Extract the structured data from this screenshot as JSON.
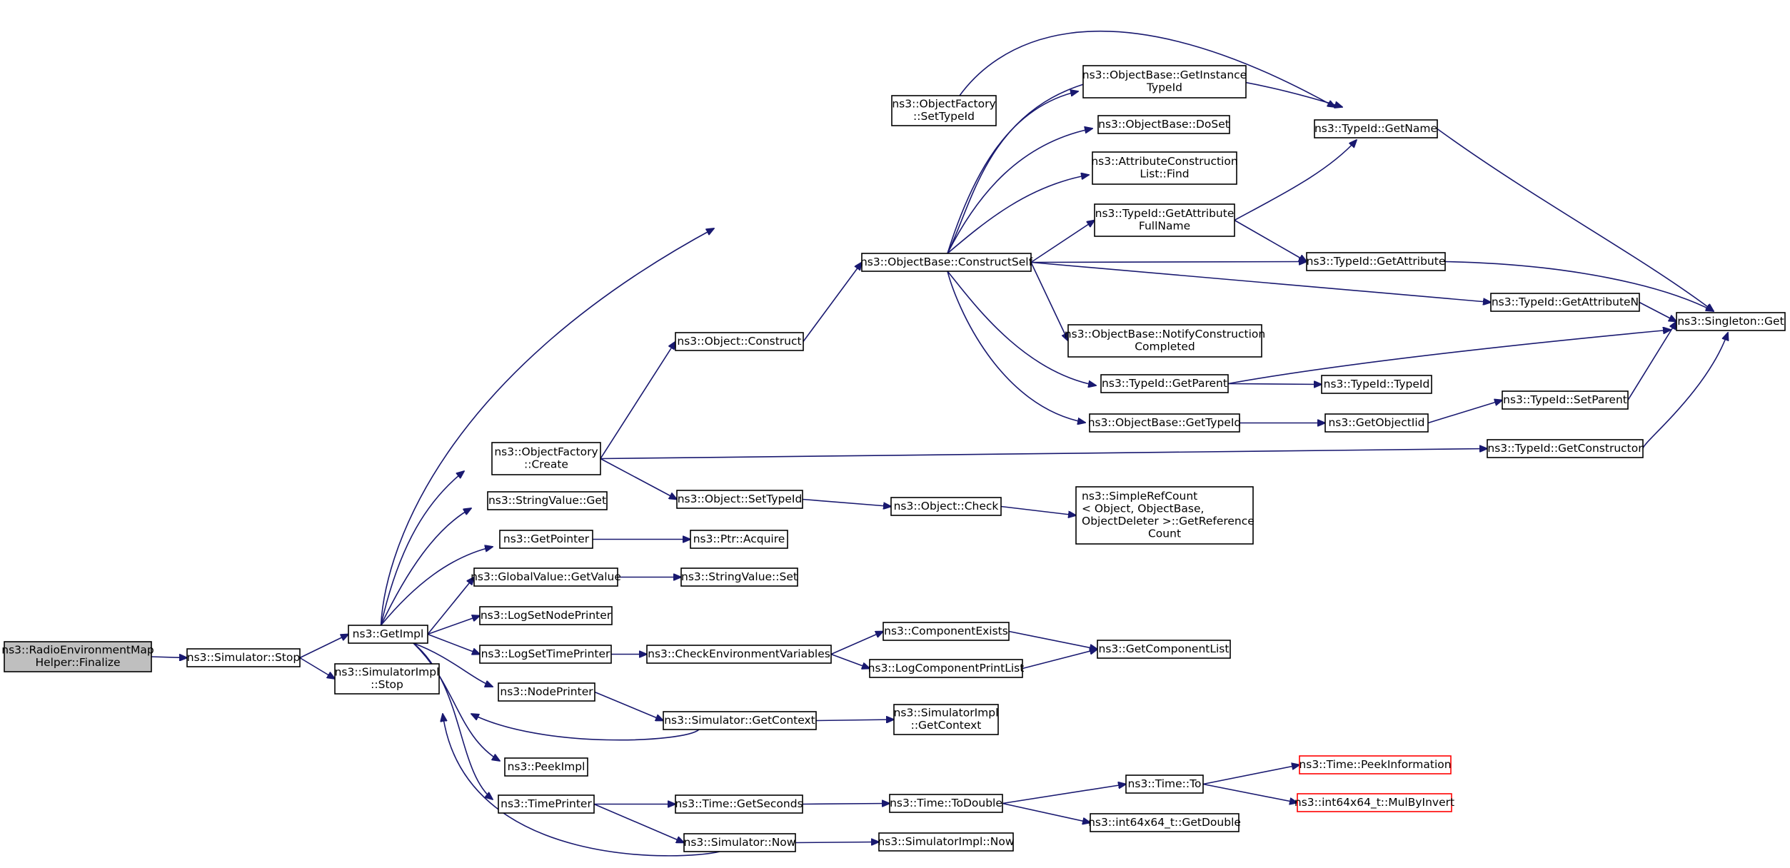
{
  "nodes": [
    {
      "id": "radio_finalize",
      "lines": [
        "ns3::RadioEnvironmentMap",
        "Helper::Finalize"
      ],
      "style": "root"
    },
    {
      "id": "sim_stop",
      "lines": [
        "ns3::Simulator::Stop"
      ]
    },
    {
      "id": "getimpl",
      "lines": [
        "ns3::GetImpl"
      ]
    },
    {
      "id": "simimpl_stop",
      "lines": [
        "ns3::SimulatorImpl",
        "::Stop"
      ]
    },
    {
      "id": "of_settypeid",
      "lines": [
        "ns3::ObjectFactory",
        "::SetTypeId"
      ]
    },
    {
      "id": "of_create",
      "lines": [
        "ns3::ObjectFactory",
        "::Create"
      ]
    },
    {
      "id": "stringvalue_get",
      "lines": [
        "ns3::StringValue::Get"
      ]
    },
    {
      "id": "getpointer",
      "lines": [
        "ns3::GetPointer"
      ]
    },
    {
      "id": "gv_getvalue",
      "lines": [
        "ns3::GlobalValue::GetValue"
      ]
    },
    {
      "id": "logsetnodeprinter",
      "lines": [
        "ns3::LogSetNodePrinter"
      ]
    },
    {
      "id": "logsettimeprinter",
      "lines": [
        "ns3::LogSetTimePrinter"
      ]
    },
    {
      "id": "nodeprinter",
      "lines": [
        "ns3::NodePrinter"
      ]
    },
    {
      "id": "peekimpl",
      "lines": [
        "ns3::PeekImpl"
      ]
    },
    {
      "id": "timeprinter",
      "lines": [
        "ns3::TimePrinter"
      ]
    },
    {
      "id": "obj_construct",
      "lines": [
        "ns3::Object::Construct"
      ]
    },
    {
      "id": "obj_settypeid",
      "lines": [
        "ns3::Object::SetTypeId"
      ]
    },
    {
      "id": "ptr_acquire",
      "lines": [
        "ns3::Ptr::Acquire"
      ]
    },
    {
      "id": "stringvalue_set",
      "lines": [
        "ns3::StringValue::Set"
      ]
    },
    {
      "id": "checkenv",
      "lines": [
        "ns3::CheckEnvironmentVariables"
      ]
    },
    {
      "id": "sim_getcontext",
      "lines": [
        "ns3::Simulator::GetContext"
      ]
    },
    {
      "id": "time_getseconds",
      "lines": [
        "ns3::Time::GetSeconds"
      ]
    },
    {
      "id": "sim_now",
      "lines": [
        "ns3::Simulator::Now"
      ]
    },
    {
      "id": "ob_constructself",
      "lines": [
        "ns3::ObjectBase::ConstructSelf"
      ]
    },
    {
      "id": "obj_check",
      "lines": [
        "ns3::Object::Check"
      ]
    },
    {
      "id": "componentexists",
      "lines": [
        "ns3::ComponentExists"
      ]
    },
    {
      "id": "logcomponentprintlist",
      "lines": [
        "ns3::LogComponentPrintList"
      ]
    },
    {
      "id": "simimpl_getcontext",
      "lines": [
        "ns3::SimulatorImpl",
        "::GetContext"
      ]
    },
    {
      "id": "time_todouble",
      "lines": [
        "ns3::Time::ToDouble"
      ]
    },
    {
      "id": "simimpl_now",
      "lines": [
        "ns3::SimulatorImpl::Now"
      ]
    },
    {
      "id": "ob_getinstancetypeid",
      "lines": [
        "ns3::ObjectBase::GetInstance",
        "TypeId"
      ]
    },
    {
      "id": "ob_doset",
      "lines": [
        "ns3::ObjectBase::DoSet"
      ]
    },
    {
      "id": "acl_find",
      "lines": [
        "ns3::AttributeConstruction",
        "List::Find"
      ]
    },
    {
      "id": "tid_getattributefullname",
      "lines": [
        "ns3::TypeId::GetAttribute",
        "FullName"
      ]
    },
    {
      "id": "ob_notifyconstruction",
      "lines": [
        "ns3::ObjectBase::NotifyConstruction",
        "Completed"
      ]
    },
    {
      "id": "tid_getparent",
      "lines": [
        "ns3::TypeId::GetParent"
      ]
    },
    {
      "id": "ob_gettypeid",
      "lines": [
        "ns3::ObjectBase::GetTypeId"
      ]
    },
    {
      "id": "simplerefcount",
      "lines": [
        "ns3::SimpleRefCount",
        "< Object, ObjectBase,",
        " ObjectDeleter >::GetReference",
        "Count"
      ]
    },
    {
      "id": "getcomponentlist",
      "lines": [
        "ns3::GetComponentList"
      ]
    },
    {
      "id": "time_to",
      "lines": [
        "ns3::Time::To"
      ]
    },
    {
      "id": "int64_getdouble",
      "lines": [
        "ns3::int64x64_t::GetDouble"
      ]
    },
    {
      "id": "tid_getname",
      "lines": [
        "ns3::TypeId::GetName"
      ]
    },
    {
      "id": "tid_getattribute",
      "lines": [
        "ns3::TypeId::GetAttribute"
      ]
    },
    {
      "id": "tid_getattributen",
      "lines": [
        "ns3::TypeId::GetAttributeN"
      ]
    },
    {
      "id": "tid_typeid",
      "lines": [
        "ns3::TypeId::TypeId"
      ]
    },
    {
      "id": "getobjectiid",
      "lines": [
        "ns3::GetObjectIid"
      ]
    },
    {
      "id": "tid_setparent",
      "lines": [
        "ns3::TypeId::SetParent"
      ]
    },
    {
      "id": "tid_getconstructor",
      "lines": [
        "ns3::TypeId::GetConstructor"
      ]
    },
    {
      "id": "time_peekinformation",
      "lines": [
        "ns3::Time::PeekInformation"
      ],
      "style": "red"
    },
    {
      "id": "int64_mulbyinvert",
      "lines": [
        "ns3::int64x64_t::MulByInvert"
      ],
      "style": "red"
    },
    {
      "id": "singleton_get",
      "lines": [
        "ns3::Singleton::Get"
      ]
    }
  ],
  "edges": [
    [
      "radio_finalize",
      "sim_stop"
    ],
    [
      "sim_stop",
      "getimpl"
    ],
    [
      "sim_stop",
      "simimpl_stop"
    ],
    [
      "getimpl",
      "of_settypeid"
    ],
    [
      "getimpl",
      "of_create"
    ],
    [
      "getimpl",
      "stringvalue_get"
    ],
    [
      "getimpl",
      "getpointer"
    ],
    [
      "getimpl",
      "gv_getvalue"
    ],
    [
      "getimpl",
      "logsetnodeprinter"
    ],
    [
      "getimpl",
      "logsettimeprinter"
    ],
    [
      "getimpl",
      "nodeprinter"
    ],
    [
      "getimpl",
      "peekimpl"
    ],
    [
      "getimpl",
      "timeprinter"
    ],
    [
      "of_create",
      "obj_construct"
    ],
    [
      "of_create",
      "obj_settypeid"
    ],
    [
      "of_create",
      "tid_getconstructor"
    ],
    [
      "getpointer",
      "ptr_acquire"
    ],
    [
      "gv_getvalue",
      "stringvalue_set"
    ],
    [
      "logsettimeprinter",
      "checkenv"
    ],
    [
      "nodeprinter",
      "sim_getcontext"
    ],
    [
      "timeprinter",
      "time_getseconds"
    ],
    [
      "timeprinter",
      "sim_now"
    ],
    [
      "sim_getcontext",
      "getimpl"
    ],
    [
      "sim_getcontext",
      "simimpl_getcontext"
    ],
    [
      "sim_now",
      "getimpl"
    ],
    [
      "sim_now",
      "simimpl_now"
    ],
    [
      "obj_construct",
      "ob_constructself"
    ],
    [
      "obj_settypeid",
      "obj_check"
    ],
    [
      "obj_check",
      "simplerefcount"
    ],
    [
      "checkenv",
      "componentexists"
    ],
    [
      "checkenv",
      "logcomponentprintlist"
    ],
    [
      "componentexists",
      "getcomponentlist"
    ],
    [
      "logcomponentprintlist",
      "getcomponentlist"
    ],
    [
      "time_getseconds",
      "time_todouble"
    ],
    [
      "time_todouble",
      "time_to"
    ],
    [
      "time_todouble",
      "int64_getdouble"
    ],
    [
      "time_to",
      "time_peekinformation"
    ],
    [
      "time_to",
      "int64_mulbyinvert"
    ],
    [
      "of_settypeid",
      "tid_getname"
    ],
    [
      "ob_constructself",
      "tid_getname"
    ],
    [
      "ob_constructself",
      "ob_getinstancetypeid"
    ],
    [
      "ob_constructself",
      "ob_doset"
    ],
    [
      "ob_constructself",
      "acl_find"
    ],
    [
      "ob_constructself",
      "tid_getattributefullname"
    ],
    [
      "ob_constructself",
      "tid_getattribute"
    ],
    [
      "ob_constructself",
      "tid_getattributen"
    ],
    [
      "ob_constructself",
      "ob_notifyconstruction"
    ],
    [
      "ob_constructself",
      "tid_getparent"
    ],
    [
      "ob_constructself",
      "ob_gettypeid"
    ],
    [
      "tid_getattributefullname",
      "tid_getname"
    ],
    [
      "tid_getattributefullname",
      "tid_getattribute"
    ],
    [
      "tid_getparent",
      "tid_typeid"
    ],
    [
      "tid_getparent",
      "singleton_get"
    ],
    [
      "ob_gettypeid",
      "getobjectiid"
    ],
    [
      "getobjectiid",
      "tid_setparent"
    ],
    [
      "tid_setparent",
      "singleton_get"
    ],
    [
      "tid_getname",
      "singleton_get"
    ],
    [
      "tid_getattribute",
      "singleton_get"
    ],
    [
      "tid_getattributen",
      "singleton_get"
    ],
    [
      "tid_getconstructor",
      "singleton_get"
    ]
  ],
  "colors": {
    "edge": "#191970",
    "node_border": "#000000",
    "root_fill": "#bfbfbf",
    "undocumented_border": "#ff0000"
  }
}
